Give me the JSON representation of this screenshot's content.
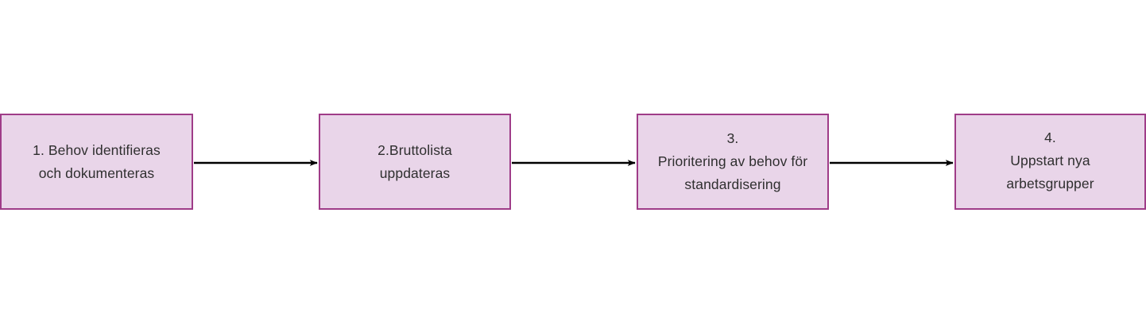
{
  "diagram": {
    "type": "flowchart",
    "orientation": "left-to-right",
    "background_color": "#ffffff",
    "node_fill_color": "#E9D5E9",
    "node_border_color": "#9F3C88",
    "node_text_color": "#2f2f2f",
    "edge_color": "#000000",
    "nodes": [
      {
        "id": "node-1",
        "label": "1. Behov identifieras\noch dokumenteras",
        "lines": [
          "1. Behov identifieras",
          "och dokumenteras"
        ]
      },
      {
        "id": "node-2",
        "label": "2.Bruttolista\nuppdateras",
        "lines": [
          "2.Bruttolista",
          "uppdateras"
        ]
      },
      {
        "id": "node-3",
        "label": "3.\nPrioritering av behov för\nstandardisering",
        "lines": [
          "3.",
          "Prioritering av behov för",
          "standardisering"
        ]
      },
      {
        "id": "node-4",
        "label": "4.\nUppstart nya\narbetsgrupper",
        "lines": [
          "4.",
          "Uppstart nya",
          "arbetsgrupper"
        ]
      }
    ],
    "edges": [
      {
        "id": "edge-1-2",
        "from": "node-1",
        "to": "node-2",
        "arrowhead": "filled-triangle"
      },
      {
        "id": "edge-2-3",
        "from": "node-2",
        "to": "node-3",
        "arrowhead": "filled-triangle"
      },
      {
        "id": "edge-3-4",
        "from": "node-3",
        "to": "node-4",
        "arrowhead": "filled-triangle"
      }
    ]
  }
}
